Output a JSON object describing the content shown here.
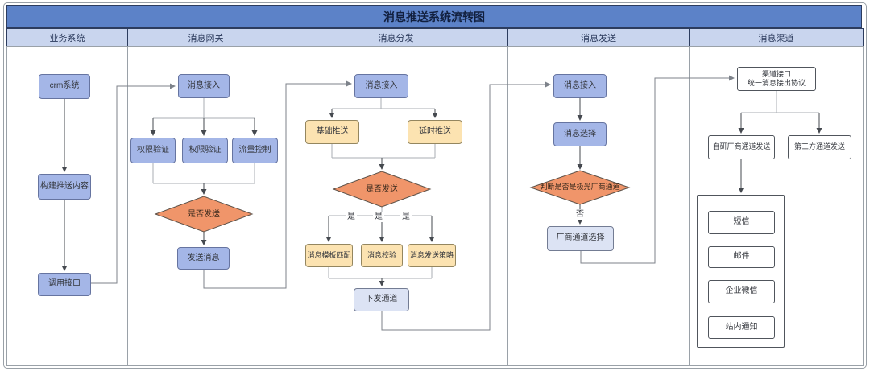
{
  "header": {
    "title": "消息推送系统流转图"
  },
  "lanes": [
    {
      "label": "业务系统"
    },
    {
      "label": "消息网关"
    },
    {
      "label": "消息分发"
    },
    {
      "label": "消息发送"
    },
    {
      "label": "消息渠道"
    }
  ],
  "nodes": {
    "crm": "crm系统",
    "build_content": "构建推送内容",
    "call_api": "调用接口",
    "gw_access": "消息接入",
    "gw_perm1": "权限验证",
    "gw_perm2": "权限验证",
    "gw_flow": "流量控制",
    "gw_decision": "是否发送",
    "gw_send": "发送消息",
    "disp_access": "消息接入",
    "disp_basic": "基础推送",
    "disp_delay": "延时推送",
    "disp_decision": "是否发送",
    "disp_template": "消息模板匹配",
    "disp_verify": "消息校验",
    "disp_strategy": "消息发送策略",
    "disp_channel": "下发通道",
    "send_access": "消息接入",
    "send_select": "消息选择",
    "send_decision": "判断是否是极光厂商通道",
    "send_vendor": "厂商通道选择",
    "ch_interface_line1": "渠道接口",
    "ch_interface_line2": "统一消息接出协议",
    "ch_self": "自研厂商通道发送",
    "ch_third": "第三方通道发送",
    "ch_sms": "短信",
    "ch_mail": "邮件",
    "ch_wecom": "企业微信",
    "ch_site": "站内通知"
  },
  "edge_labels": {
    "yes": "是",
    "no": "否"
  },
  "colors": {
    "title_bar": "#5c82c8",
    "lane_header_fill": "#c9d5ee",
    "node_blue": "#a4b6e7",
    "node_yellow": "#fce3b1",
    "node_light_blue": "#dce3f4",
    "diamond_orange": "#f0956a",
    "wire_dark": "#45494f",
    "wire_light": "#a9adb3"
  }
}
